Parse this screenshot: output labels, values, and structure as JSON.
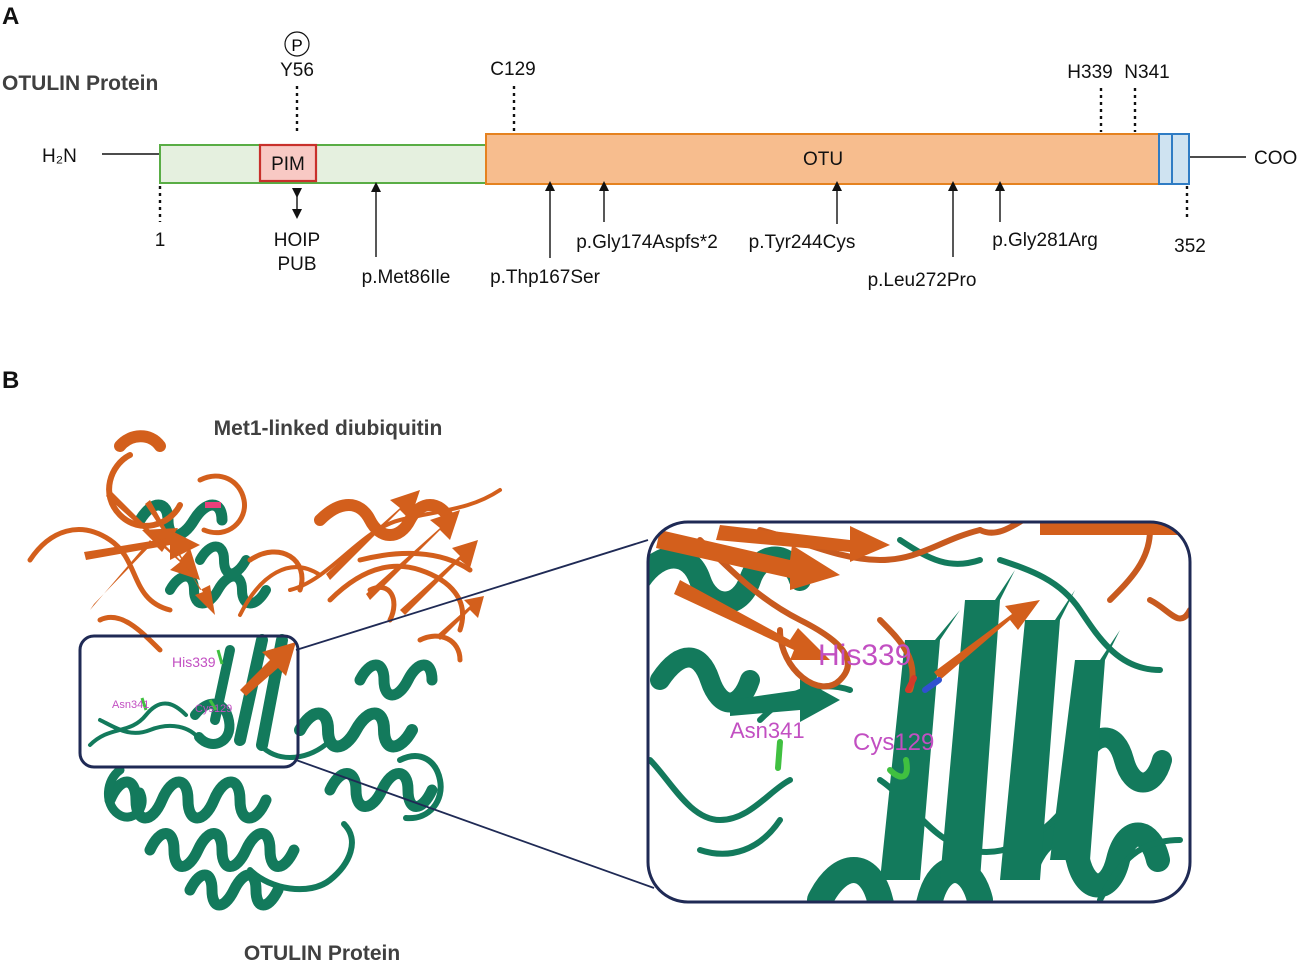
{
  "panel_a": {
    "label": "A",
    "title": "OTULIN Protein",
    "n_terminus": "H₂N",
    "c_terminus": "COO",
    "domains": {
      "pim": "PIM",
      "otu": "OTU"
    },
    "phospho_symbol": "P",
    "sites_top": [
      "Y56",
      "C129",
      "H339",
      "N341"
    ],
    "positions": {
      "start": "1",
      "end": "352"
    },
    "pim_partner": [
      "HOIP",
      "PUB"
    ],
    "variants": [
      "p.Met86Ile",
      "p.Thp167Ser",
      "p.Gly174Aspfs*2",
      "p.Tyr244Cys",
      "p.Leu272Pro",
      "p.Gly281Arg"
    ]
  },
  "panel_b": {
    "label": "B",
    "title_top": "Met1-linked diubiquitin",
    "title_bottom": "OTULIN Protein",
    "residues_small": [
      "His339",
      "Asn341",
      "Cys129"
    ],
    "residues_zoom": [
      "His339",
      "Asn341",
      "Cys129"
    ]
  },
  "colors": {
    "otulin_green": "#137a5c",
    "ubiquitin_orange": "#d35f1c",
    "residue_magenta": "#c24fc2",
    "pim_fill": "#f8c9c4",
    "pim_border": "#c8302b",
    "otu_fill": "#f7bd8e",
    "otu_border": "#e5821f",
    "nterm_fill": "#e5f0df",
    "nterm_border": "#59ad45",
    "cterm_fill": "#cfe3f1",
    "cterm_border": "#2f7cc4",
    "zoom_frame": "#1f2a55"
  }
}
